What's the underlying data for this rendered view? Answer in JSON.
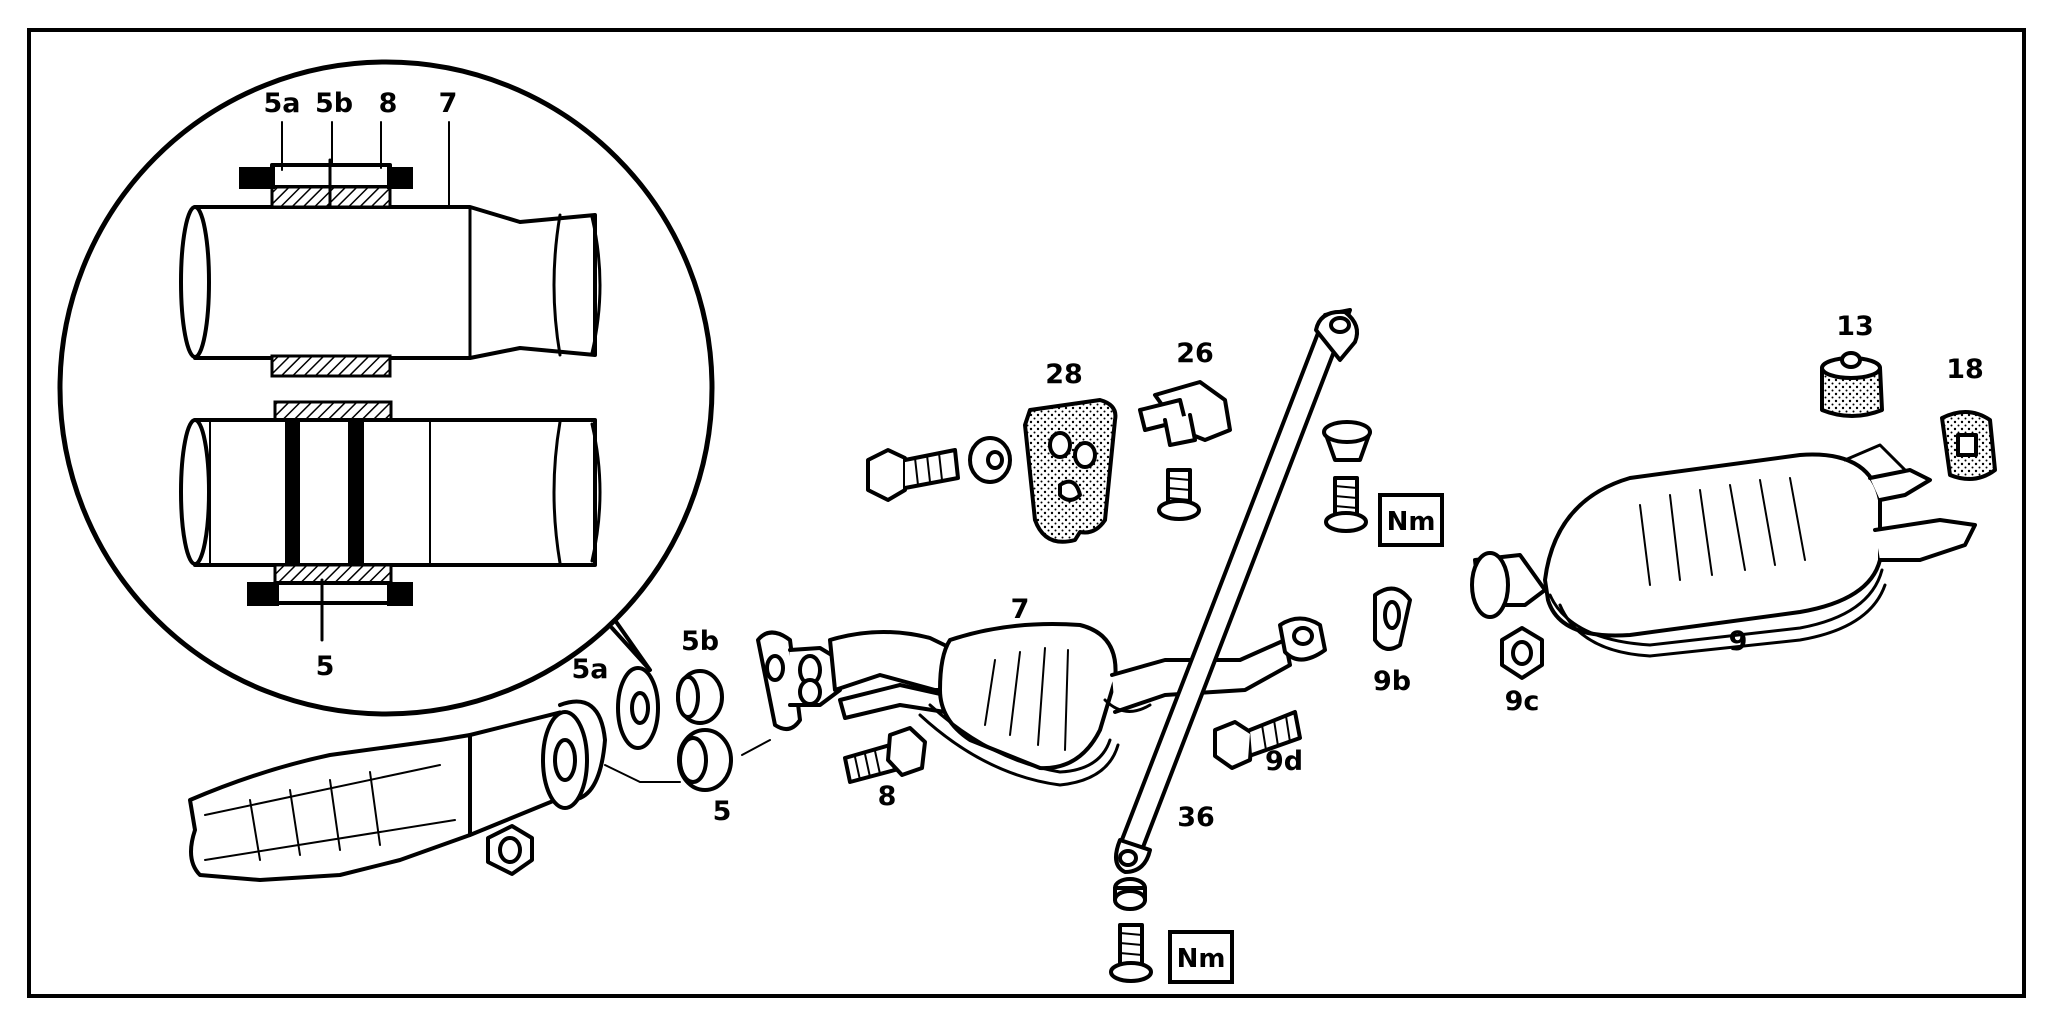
{
  "callouts": {
    "inset_5a": "5a",
    "inset_5b": "5b",
    "inset_8": "8",
    "inset_7": "7",
    "inset_5": "5",
    "part_5a": "5a",
    "part_5b": "5b",
    "part_5": "5",
    "part_8": "8",
    "part_7": "7",
    "part_28": "28",
    "part_26": "26",
    "part_36": "36",
    "part_9b": "9b",
    "part_9c": "9c",
    "part_9d": "9d",
    "part_9": "9",
    "part_13": "13",
    "part_18": "18"
  },
  "torque_boxes": {
    "upper": "Nm",
    "lower": "Nm"
  },
  "colors": {
    "line": "#000000",
    "background": "#ffffff"
  }
}
